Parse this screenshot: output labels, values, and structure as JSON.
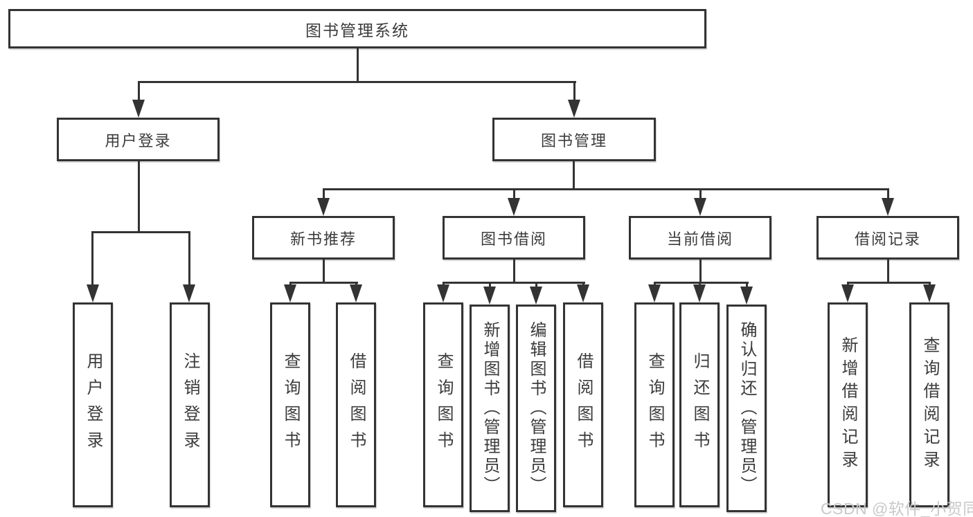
{
  "diagram": {
    "root": {
      "label": "图书管理系统"
    },
    "branches": [
      {
        "label": "用户登录",
        "children": [
          {
            "label": "用户登录"
          },
          {
            "label": "注销登录"
          }
        ]
      },
      {
        "label": "图书管理",
        "children": [
          {
            "label": "新书推荐",
            "children": [
              {
                "label": "查询图书"
              },
              {
                "label": "借阅图书"
              }
            ]
          },
          {
            "label": "图书借阅",
            "children": [
              {
                "label": "查询图书"
              },
              {
                "label": "新增图书（管理员）"
              },
              {
                "label": "编辑图书（管理员）"
              },
              {
                "label": "借阅图书"
              }
            ]
          },
          {
            "label": "当前借阅",
            "children": [
              {
                "label": "查询图书"
              },
              {
                "label": "归还图书"
              },
              {
                "label": "确认归还（管理员）"
              }
            ]
          },
          {
            "label": "借阅记录",
            "children": [
              {
                "label": "新增借阅记录"
              },
              {
                "label": "查询借阅记录"
              }
            ]
          }
        ]
      }
    ]
  },
  "watermark": {
    "text": "CSDN @软件_小贺同学"
  },
  "colors": {
    "line": "#333333",
    "text": "#3b3b3b",
    "background": "#ffffff",
    "watermark": "#c9c9c9"
  }
}
